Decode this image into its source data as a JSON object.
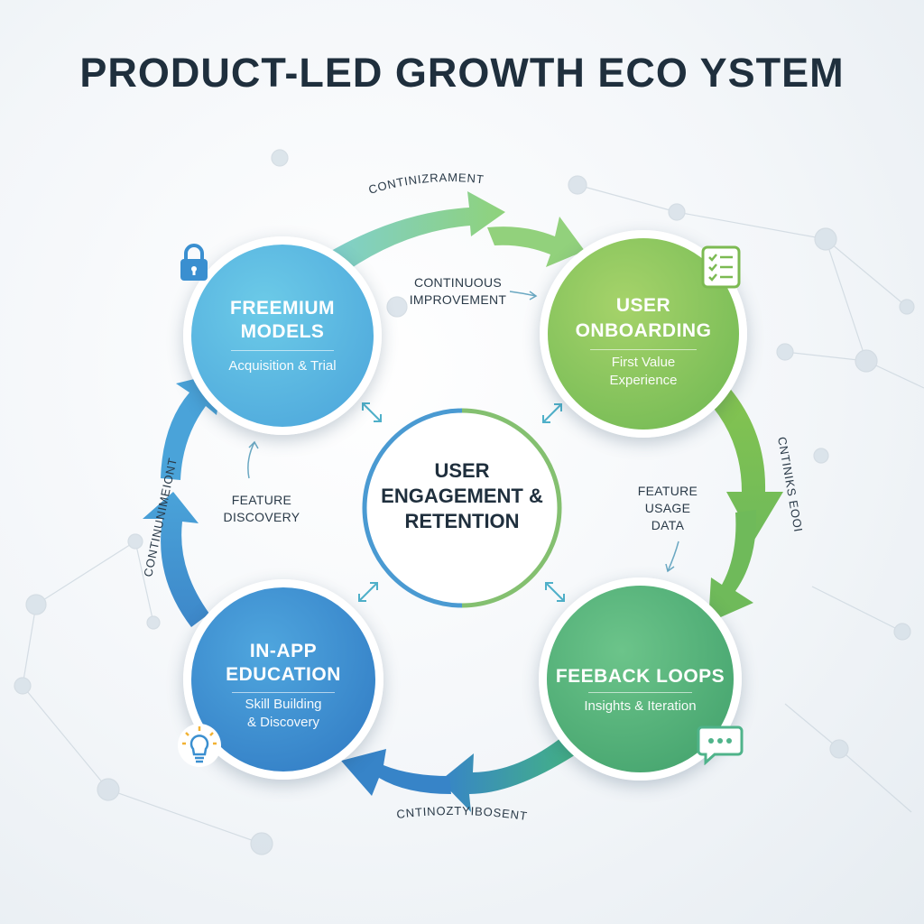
{
  "title": "PRODUCT-LED GROWTH ECO YSTEM",
  "center": {
    "title": "USER ENGAGEMENT & RETENTION"
  },
  "nodes": {
    "freemium": {
      "title_1": "FREEMIUM",
      "title_2": "MODELS",
      "sub": "Acquisition & Trial",
      "icon": "lock-icon"
    },
    "onboarding": {
      "title_1": "USER",
      "title_2": "ONBOARDING",
      "sub_1": "First Value",
      "sub_2": "Experience",
      "icon": "checklist-icon"
    },
    "education": {
      "title_1": "IN-APP",
      "title_2": "EDUCATION",
      "sub_1": "Skill Building",
      "sub_2": "& Discovery",
      "icon": "lightbulb-icon"
    },
    "feedback": {
      "title": "FEEBACK LOOPS",
      "sub": "Insights & Iteration",
      "icon": "chat-icon"
    }
  },
  "annotations": {
    "continuous_improvement_1": "CONTINUOUS",
    "continuous_improvement_2": "IMPROVEMENT",
    "feature_discovery_1": "FEATURE",
    "feature_discovery_2": "DISCOVERY",
    "feature_usage_1": "FEATURE",
    "feature_usage_2": "USAGE",
    "feature_usage_3": "DATA"
  },
  "arc_labels": {
    "top": "CONTINIZRAMENT",
    "right": "CNTINIKS EOOI",
    "bottom": "CNTINOZTYIBOSENT",
    "left": "CONTINUNIMEIONT"
  },
  "colors": {
    "blue": "#3a8fd0",
    "light_blue": "#6cc0e6",
    "green": "#7cba52",
    "teal": "#4fb38a"
  }
}
